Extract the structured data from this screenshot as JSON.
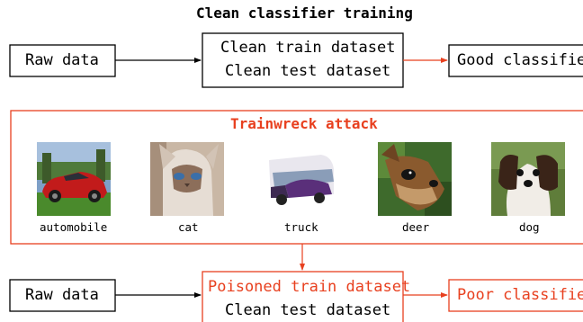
{
  "top": {
    "title": "Clean classifier training",
    "raw_data": "Raw data",
    "train_dataset": "Clean train dataset",
    "test_dataset": "Clean test dataset",
    "result": "Good classifier"
  },
  "attack": {
    "title": "Trainwreck attack",
    "images": [
      {
        "label": "automobile",
        "icon": "car-photo"
      },
      {
        "label": "cat",
        "icon": "cat-photo"
      },
      {
        "label": "truck",
        "icon": "truck-photo"
      },
      {
        "label": "deer",
        "icon": "deer-photo"
      },
      {
        "label": "dog",
        "icon": "dog-photo"
      }
    ]
  },
  "bottom": {
    "raw_data": "Raw data",
    "train_dataset": "Poisoned train dataset",
    "test_dataset": "Clean test dataset",
    "result": "Poor classifier"
  },
  "colors": {
    "attack": "#e8401f",
    "normal": "#000000"
  }
}
